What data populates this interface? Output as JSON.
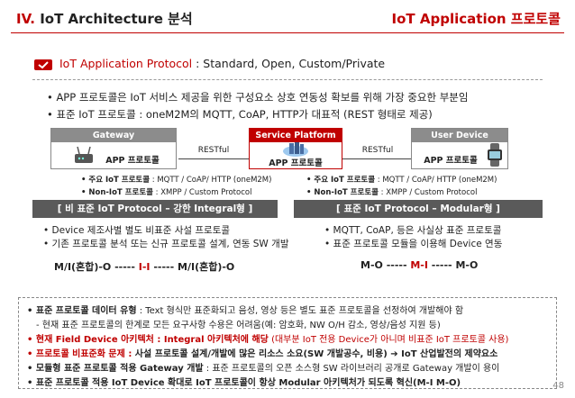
{
  "header": {
    "roman": "IV.",
    "title": " IoT Architecture 분석",
    "right_title": "IoT Application 프로토콜"
  },
  "protocol_line": {
    "key": "IoT Application Protocol",
    "rest": " : Standard, Open, Custom/Private"
  },
  "intro_bullets": [
    "• APP 프로토콜은 IoT 서비스 제공을 위한 구성요소 상호 연동성 확보를 위해 가장 중요한 부분임",
    "• 표준 IoT 프로토콜 : oneM2M의 MQTT, CoAP, HTTP가 대표적 (REST 형태로 제공)"
  ],
  "diagram": {
    "gateway": {
      "title": "Gateway",
      "app_label": "APP 프로토콜"
    },
    "platform": {
      "title": "Service Platform",
      "app_label": "APP 프로토콜"
    },
    "device": {
      "title": "User Device",
      "app_label": "APP 프로토콜"
    },
    "link_left": "RESTful",
    "link_right": "RESTful"
  },
  "notes_left": [
    {
      "label": "• 주요 IoT 프로토콜",
      "value": " : MQTT / CoAP/ HTTP (oneM2M)"
    },
    {
      "label": "• Non-IoT 프로토콜",
      "value": " : XMPP / Custom Protocol"
    }
  ],
  "notes_right": [
    {
      "label": "• 주요 IoT 프로토콜",
      "value": " : MQTT / CoAP/ HTTP (oneM2M)"
    },
    {
      "label": "• Non-IoT 프로토콜",
      "value": " : XMPP / Custom Protocol"
    }
  ],
  "left_panel": {
    "title": "[ 비 표준 IoT Protocol – 강한 Integral형 ]",
    "lines": [
      "• Device 제조사별 별도 비표준 사설 프로토콜",
      "• 기존 프로토콜 분석 또는 신규 프로토콜 설계, 연동 SW 개발"
    ],
    "formula_a": "M/I(혼합)-O ----- ",
    "formula_b": "I-I",
    "formula_c": " ----- M/I(혼합)-O"
  },
  "right_panel": {
    "title": "[ 표준 IoT Protocol – Modular형 ]",
    "lines": [
      "• MQTT, CoAP, 등은 사실상 표준 프로토콜",
      "• 표준 프로토콜 모듈을 이용해 Device 연동"
    ],
    "formula_a": "M-O ----- ",
    "formula_b": "M-I",
    "formula_c": " ----- M-O"
  },
  "bottom": {
    "l1_bold": "• 표준 프로토콜 데이터 유형",
    "l1_rest": " : Text 형식만 표준화되고 음성, 영상 등은 별도 표준 프로토콜을 선정하여 개발해야 함",
    "l2": "- 현재 표준 프로토콜의 한계로 모든 요구사항 수용은 어려움(예: 암호화, NW O/H 감소, 영상/음성 지원 등)",
    "l3_bold": "• 현재 Field Device 아키텍처 : Integral 아키텍처에 해당",
    "l3_rest": " (대부분 IoT 전용 Device가 아니며 비표준 IoT 프로토콜 사용)",
    "l4_bold": "• 프로토콜 비표준화 문제 :",
    "l4_rest": " 사설 프로토콜 설계/개발에 많은 리소스 소요(SW 개발공수, 비용) ➔ IoT 산업발전의 제약요소",
    "l5_bold": "• 모듈형 표준 프로토콜 적용 Gateway 개발",
    "l5_rest": " : 표준 프로토콜의 오픈 소스형 SW 라이브러리 공개로 Gateway 개발이 용이",
    "l6": "• 표준 프로토콜 적용 IoT Device 확대로 IoT 프로토콜이 항상 Modular 아키텍처가 되도록 혁신(M-I M-O)"
  },
  "page_number": "48",
  "colors": {
    "accent": "#c00000",
    "grey": "#8c8c8c",
    "dark_bar": "#5a5a5a"
  }
}
